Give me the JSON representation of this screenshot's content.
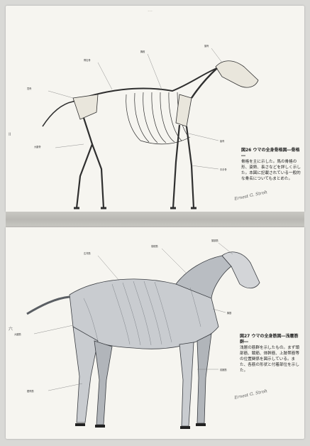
{
  "book": {
    "header_text": "…",
    "pages": [
      {
        "id": "top",
        "subject": "horse-skeleton",
        "caption_title": "図26 ウマの全身骨格図―骨格―",
        "caption_body": "骨格を主に示した。馬の骨格の形、姿勢、長さなどを詳しく示した。本図に記載されている一般的な骨名についてもまとめた。",
        "signature": "Ernest G. Stroh",
        "margin_mark": "II",
        "colors": {
          "bone": "#e9e6dc",
          "outline": "#2f2f2f",
          "paper": "#f6f5f0"
        }
      },
      {
        "id": "bottom",
        "subject": "horse-musculature",
        "caption_title": "図27 ウマの全身筋図―浅層筋群―",
        "caption_body": "浅層の筋群を示したもの。まず頭部筋、頸筋、体幹筋、上肢帯筋等の位置関係を図示している。また、各筋の形状と付着部位を示した。",
        "signature": "Ernest G. Stroh",
        "margin_mark": "六",
        "colors": {
          "muscle": "#c9ccd0",
          "shade": "#6d7278",
          "paper": "#f6f5f0"
        }
      }
    ]
  }
}
